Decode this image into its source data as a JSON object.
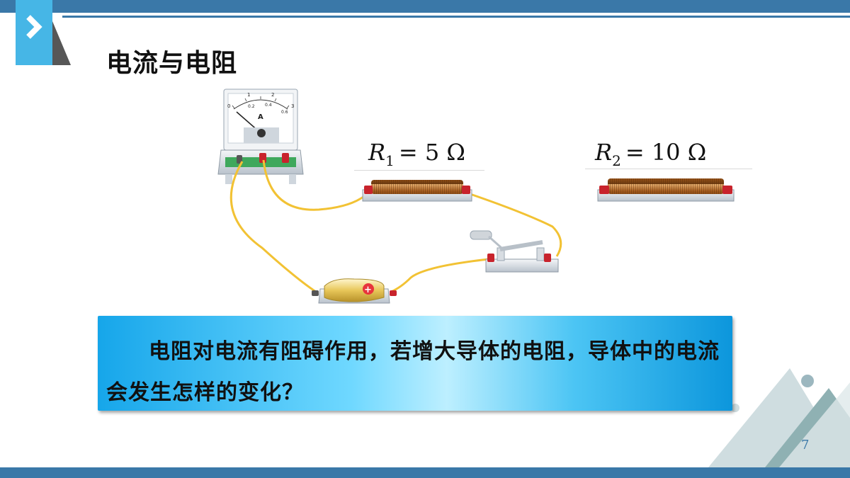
{
  "slide": {
    "title": "电流与电阻",
    "page_number": "7"
  },
  "resistors": [
    {
      "symbol": "R",
      "subscript": "1",
      "value": "= 5 Ω"
    },
    {
      "symbol": "R",
      "subscript": "2",
      "value": "= 10 Ω"
    }
  ],
  "ammeter": {
    "unit": "A",
    "upper_scale": [
      "0",
      "1",
      "2",
      "3"
    ],
    "lower_scale": [
      "0.2",
      "0.4",
      "0.6"
    ]
  },
  "callout": {
    "text": "电阻对电流有阻碍作用，若增大导体的电阻，导体中的电流会发生怎样的变化？"
  },
  "colors": {
    "accent_blue": "#3a78a8",
    "tab_blue": "#46b6e6",
    "wire": "#f2c234"
  }
}
